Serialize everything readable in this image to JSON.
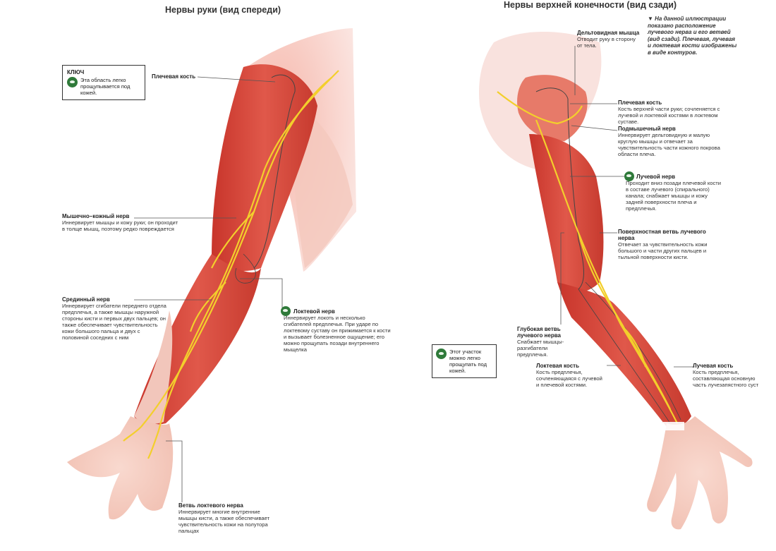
{
  "left": {
    "title": "Нервы руки (вид спереди)",
    "key": {
      "heading": "КЛЮЧ",
      "text": "Эта область легко прощупывается под кожей."
    },
    "labels": {
      "humerus": {
        "title": "Плечевая кость"
      },
      "musculocutaneous": {
        "title": "Мышечно–кожный нерв",
        "desc": "Иннервирует мышцы и кожу руки; он проходит в толще мышц, поэтому редко повреждается"
      },
      "median": {
        "title": "Срединный нерв",
        "desc": "Иннервирует сгибатели переднего отдела предплечья, а также мышцы наружной стороны кисти и первых двух пальцев; он также обеспечивает чувствительность кожи большого пальца и двух с половиной соседних с ним"
      },
      "ulnar": {
        "title": "Локтевой нерв",
        "desc": "Иннервирует локоть и несколько сгибателей предплечья. При ударе по локтевому суставу он прижимается к кости и вызывает болезненное ощущение; его можно прощупать позади внутреннего мыщелка"
      },
      "ulnar_branch": {
        "title": "Ветвь локтевого нерва",
        "desc": "Иннервирует многие внутренние мышцы кисти, а также обеспечивает чувствительность кожи на полутора пальцах"
      }
    }
  },
  "right": {
    "title": "Нервы верхней конечности (вид сзади)",
    "note": "На данной иллюстрации показано расположение лучевого нерва и его ветвей (вид сзади). Плечевая, лучевая и локтевая кости изображены в виде контуров.",
    "key_text": "Этот участок можно легко прощупать под кожей.",
    "labels": {
      "deltoid": {
        "title": "Дельтовидная мышца",
        "desc": "Отводит руку в сторону от тела."
      },
      "humerus": {
        "title": "Плечевая кость",
        "desc": "Кость верхней части руки; сочленяется с лучевой и локтевой костями в локтевом суставе."
      },
      "axillary": {
        "title": "Подмышечный нерв",
        "desc": "Иннервирует дельтовидную и малую круглую мышцы и отвечает за чувствительность части кожного покрова области плеча."
      },
      "radial": {
        "title": "Лучевой нерв",
        "desc": "Проходит вниз позади плечевой кости в составе лучевого (спирального) канала; снабжает мышцы и кожу задней поверхности плеча и предплечья."
      },
      "superficial": {
        "title": "Поверхностная ветвь лучевого нерва",
        "desc": "Отвечает за чувствительность кожи большого и части других пальцев и тыльной поверхности кисти."
      },
      "deep": {
        "title": "Глубокая ветвь лучевого нерва",
        "desc": "Снабжает мышцы-разгибатели предплечья."
      },
      "ulna": {
        "title": "Локтевая кость",
        "desc": "Кость предплечья, сочленяющаяся с лучевой и плечевой костями."
      },
      "radius": {
        "title": "Лучевая кость",
        "desc": "Кость предплечья, составляющая основную часть лучезапястного суст"
      }
    }
  }
}
